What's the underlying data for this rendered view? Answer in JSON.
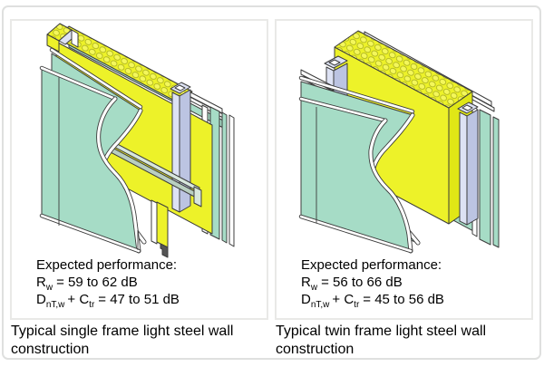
{
  "figure": {
    "background": "#ffffff",
    "frame_border_color": "#dfe0df",
    "panel_border_color": "#e9e9e7"
  },
  "colors": {
    "plasterboard_green": "#a6dcc6",
    "insulation_yellow": "#edf229",
    "insulation_yellow_shaded": "#e0e716",
    "steel_light": "#dde2f4",
    "steel_shaded": "#bcc4e2",
    "resilient_bar_light": "#d8e7dd",
    "resilient_bar_shaded": "#b9cfc0",
    "board_edge_white": "#ffffff",
    "outline": "#3c3c3c"
  },
  "panels": [
    {
      "diagram_name": "single-frame-wall-diagram",
      "performance": {
        "title": "Expected performance:",
        "rw": {
          "symbol": "R",
          "symbol_sub": "w",
          "value": "= 59 to 62 dB"
        },
        "dntw": {
          "symbol": "D",
          "symbol_sub": "nT,w",
          "plus_symbol": "+ C",
          "plus_sub": "tr",
          "value": "= 47 to 51 dB"
        }
      },
      "caption": "Typical single frame light steel wall construction"
    },
    {
      "diagram_name": "twin-frame-wall-diagram",
      "performance": {
        "title": "Expected performance:",
        "rw": {
          "symbol": "R",
          "symbol_sub": "w",
          "value": "= 56 to 66 dB"
        },
        "dntw": {
          "symbol": "D",
          "symbol_sub": "nT,w",
          "plus_symbol": "+ C",
          "plus_sub": "tr",
          "value": "= 45 to 56 dB"
        }
      },
      "caption": "Typical twin frame light steel wall construction"
    }
  ]
}
